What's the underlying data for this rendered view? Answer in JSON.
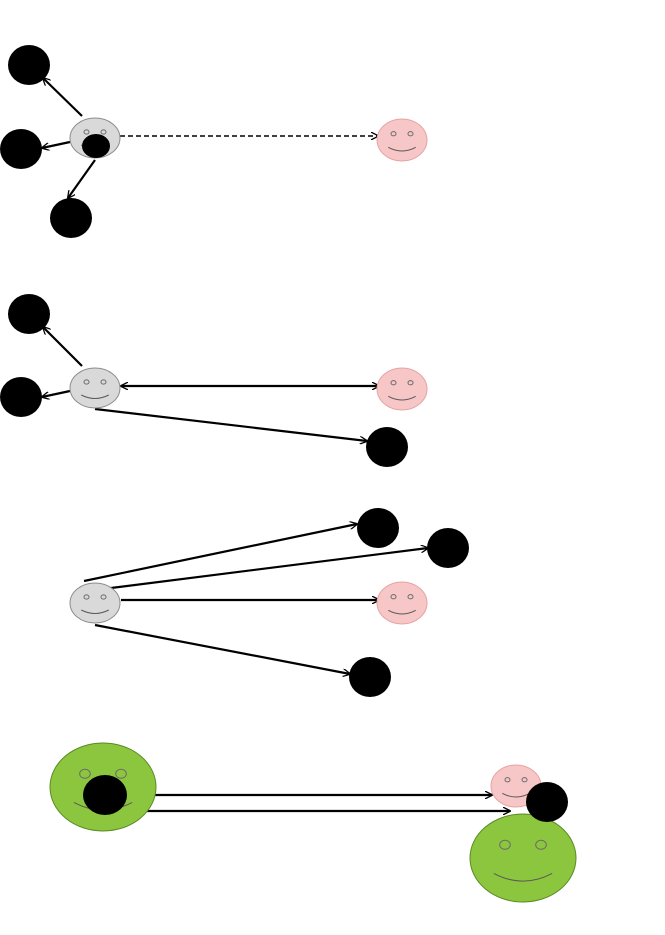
{
  "colors": {
    "background": "#ffffff",
    "grey_face": "#d9d9d9",
    "grey_face_stroke": "#8c8c8c",
    "pink_face": "#f7c6c6",
    "pink_face_stroke": "#e6a3a3",
    "green_face": "#8cc63f",
    "green_face_stroke": "#5a8a22",
    "blob": "#000000",
    "edge": "#000000"
  },
  "panels": [
    {
      "id": "panel-1",
      "nodes": [
        {
          "id": "grey-face",
          "kind": "face",
          "color": "grey"
        },
        {
          "id": "pink-face",
          "kind": "face",
          "color": "pink"
        },
        {
          "id": "blob-top",
          "kind": "blob"
        },
        {
          "id": "blob-left",
          "kind": "blob"
        },
        {
          "id": "blob-bottom",
          "kind": "blob"
        },
        {
          "id": "blob-on-face",
          "kind": "blob"
        }
      ],
      "edges": [
        {
          "from": "grey-face",
          "to": "blob-top",
          "style": "solid",
          "arrow": "end"
        },
        {
          "from": "grey-face",
          "to": "blob-left",
          "style": "solid",
          "arrow": "end"
        },
        {
          "from": "grey-face",
          "to": "blob-bottom",
          "style": "solid",
          "arrow": "end"
        },
        {
          "from": "grey-face",
          "to": "pink-face",
          "style": "dashed",
          "arrow": "end"
        }
      ]
    },
    {
      "id": "panel-2",
      "nodes": [
        {
          "id": "grey-face",
          "kind": "face",
          "color": "grey"
        },
        {
          "id": "pink-face",
          "kind": "face",
          "color": "pink"
        },
        {
          "id": "blob-top",
          "kind": "blob"
        },
        {
          "id": "blob-left",
          "kind": "blob"
        },
        {
          "id": "blob-right",
          "kind": "blob"
        }
      ],
      "edges": [
        {
          "from": "grey-face",
          "to": "blob-top",
          "style": "solid",
          "arrow": "end"
        },
        {
          "from": "grey-face",
          "to": "blob-left",
          "style": "solid",
          "arrow": "end"
        },
        {
          "from": "grey-face",
          "to": "pink-face",
          "style": "solid",
          "arrow": "both"
        },
        {
          "from": "grey-face",
          "to": "blob-right",
          "style": "solid",
          "arrow": "end"
        }
      ]
    },
    {
      "id": "panel-3",
      "nodes": [
        {
          "id": "grey-face",
          "kind": "face",
          "color": "grey"
        },
        {
          "id": "pink-face",
          "kind": "face",
          "color": "pink"
        },
        {
          "id": "blob-1",
          "kind": "blob"
        },
        {
          "id": "blob-2",
          "kind": "blob"
        },
        {
          "id": "blob-3",
          "kind": "blob"
        }
      ],
      "edges": [
        {
          "from": "grey-face",
          "to": "blob-1",
          "style": "solid",
          "arrow": "end"
        },
        {
          "from": "grey-face",
          "to": "blob-2",
          "style": "solid",
          "arrow": "end"
        },
        {
          "from": "grey-face",
          "to": "pink-face",
          "style": "solid",
          "arrow": "end"
        },
        {
          "from": "grey-face",
          "to": "blob-3",
          "style": "solid",
          "arrow": "end"
        }
      ]
    },
    {
      "id": "panel-4",
      "nodes": [
        {
          "id": "green-face-large",
          "kind": "face",
          "color": "green"
        },
        {
          "id": "green-face-right",
          "kind": "face",
          "color": "green"
        },
        {
          "id": "pink-face",
          "kind": "face",
          "color": "pink"
        },
        {
          "id": "blob-on-face",
          "kind": "blob"
        },
        {
          "id": "blob-right",
          "kind": "blob"
        }
      ],
      "edges": [
        {
          "from": "green-face-large",
          "to": "pink-face",
          "style": "solid",
          "arrow": "end"
        },
        {
          "from": "green-face-large",
          "to": "blob-right",
          "style": "solid",
          "arrow": "end"
        }
      ]
    }
  ]
}
